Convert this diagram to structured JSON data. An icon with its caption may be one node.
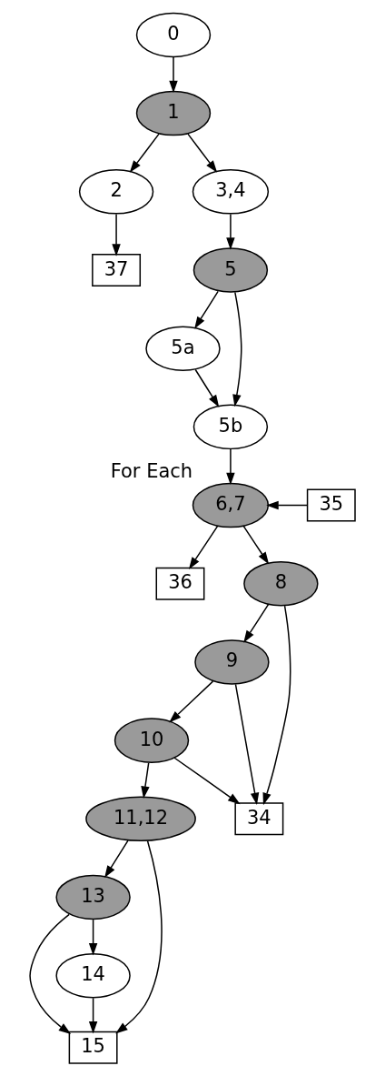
{
  "diagram": {
    "nodes": [
      {
        "text": [
          "0"
        ]
      },
      {
        "text": [
          "1"
        ]
      },
      {
        "text": [
          "2"
        ]
      },
      {
        "text": [
          "37"
        ]
      },
      {
        "text": [
          "3,4"
        ]
      },
      {
        "text": [
          "5"
        ]
      },
      {
        "text": [
          "5a"
        ]
      },
      {
        "text": [
          "5b"
        ]
      },
      {
        "text": [
          "6,7"
        ],
        "beside": [
          "For Each"
        ]
      },
      {
        "text": [
          "35"
        ]
      },
      {
        "text": [
          "36"
        ]
      },
      {
        "text": [
          "8"
        ]
      },
      {
        "text": [
          "9"
        ]
      },
      {
        "text": [
          "10"
        ]
      },
      {
        "text": [
          "34"
        ]
      },
      {
        "text": [
          "11,12"
        ]
      },
      {
        "text": [
          "13"
        ]
      },
      {
        "text": [
          "14"
        ]
      },
      {
        "text": [
          "15"
        ]
      }
    ],
    "edges": [
      {
        "from": 0,
        "to": 1,
        "arrow": "to"
      },
      {
        "from": 1,
        "to": 2,
        "arrow": "to"
      },
      {
        "from": 1,
        "to": 4,
        "arrow": "to"
      },
      {
        "from": 2,
        "to": 3,
        "arrow": "to"
      },
      {
        "from": 4,
        "to": 5,
        "arrow": "to"
      },
      {
        "from": 5,
        "to": 6,
        "arrow": "to"
      },
      {
        "from": 5,
        "to": 7,
        "arrow": "to"
      },
      {
        "from": 6,
        "to": 7,
        "arrow": "to"
      },
      {
        "from": 7,
        "to": 8,
        "arrow": "to"
      },
      {
        "from": 9,
        "to": 8,
        "arrow": "to"
      },
      {
        "from": 8,
        "to": 10,
        "arrow": "to"
      },
      {
        "from": 8,
        "to": 11,
        "arrow": "to"
      },
      {
        "from": 11,
        "to": 12,
        "arrow": "to"
      },
      {
        "from": 12,
        "to": 13,
        "arrow": "to"
      },
      {
        "from": 11,
        "to": 14,
        "arrow": "to"
      },
      {
        "from": 12,
        "to": 14,
        "arrow": "to"
      },
      {
        "from": 13,
        "to": 14,
        "arrow": "to"
      },
      {
        "from": 13,
        "to": 15,
        "arrow": "to"
      },
      {
        "from": 15,
        "to": 16,
        "arrow": "to"
      },
      {
        "from": 16,
        "to": 17,
        "arrow": "to"
      },
      {
        "from": 15,
        "to": 18,
        "arrow": "to"
      },
      {
        "from": 16,
        "to": 18,
        "arrow": "to"
      },
      {
        "from": 17,
        "to": 18,
        "arrow": "to"
      }
    ]
  }
}
